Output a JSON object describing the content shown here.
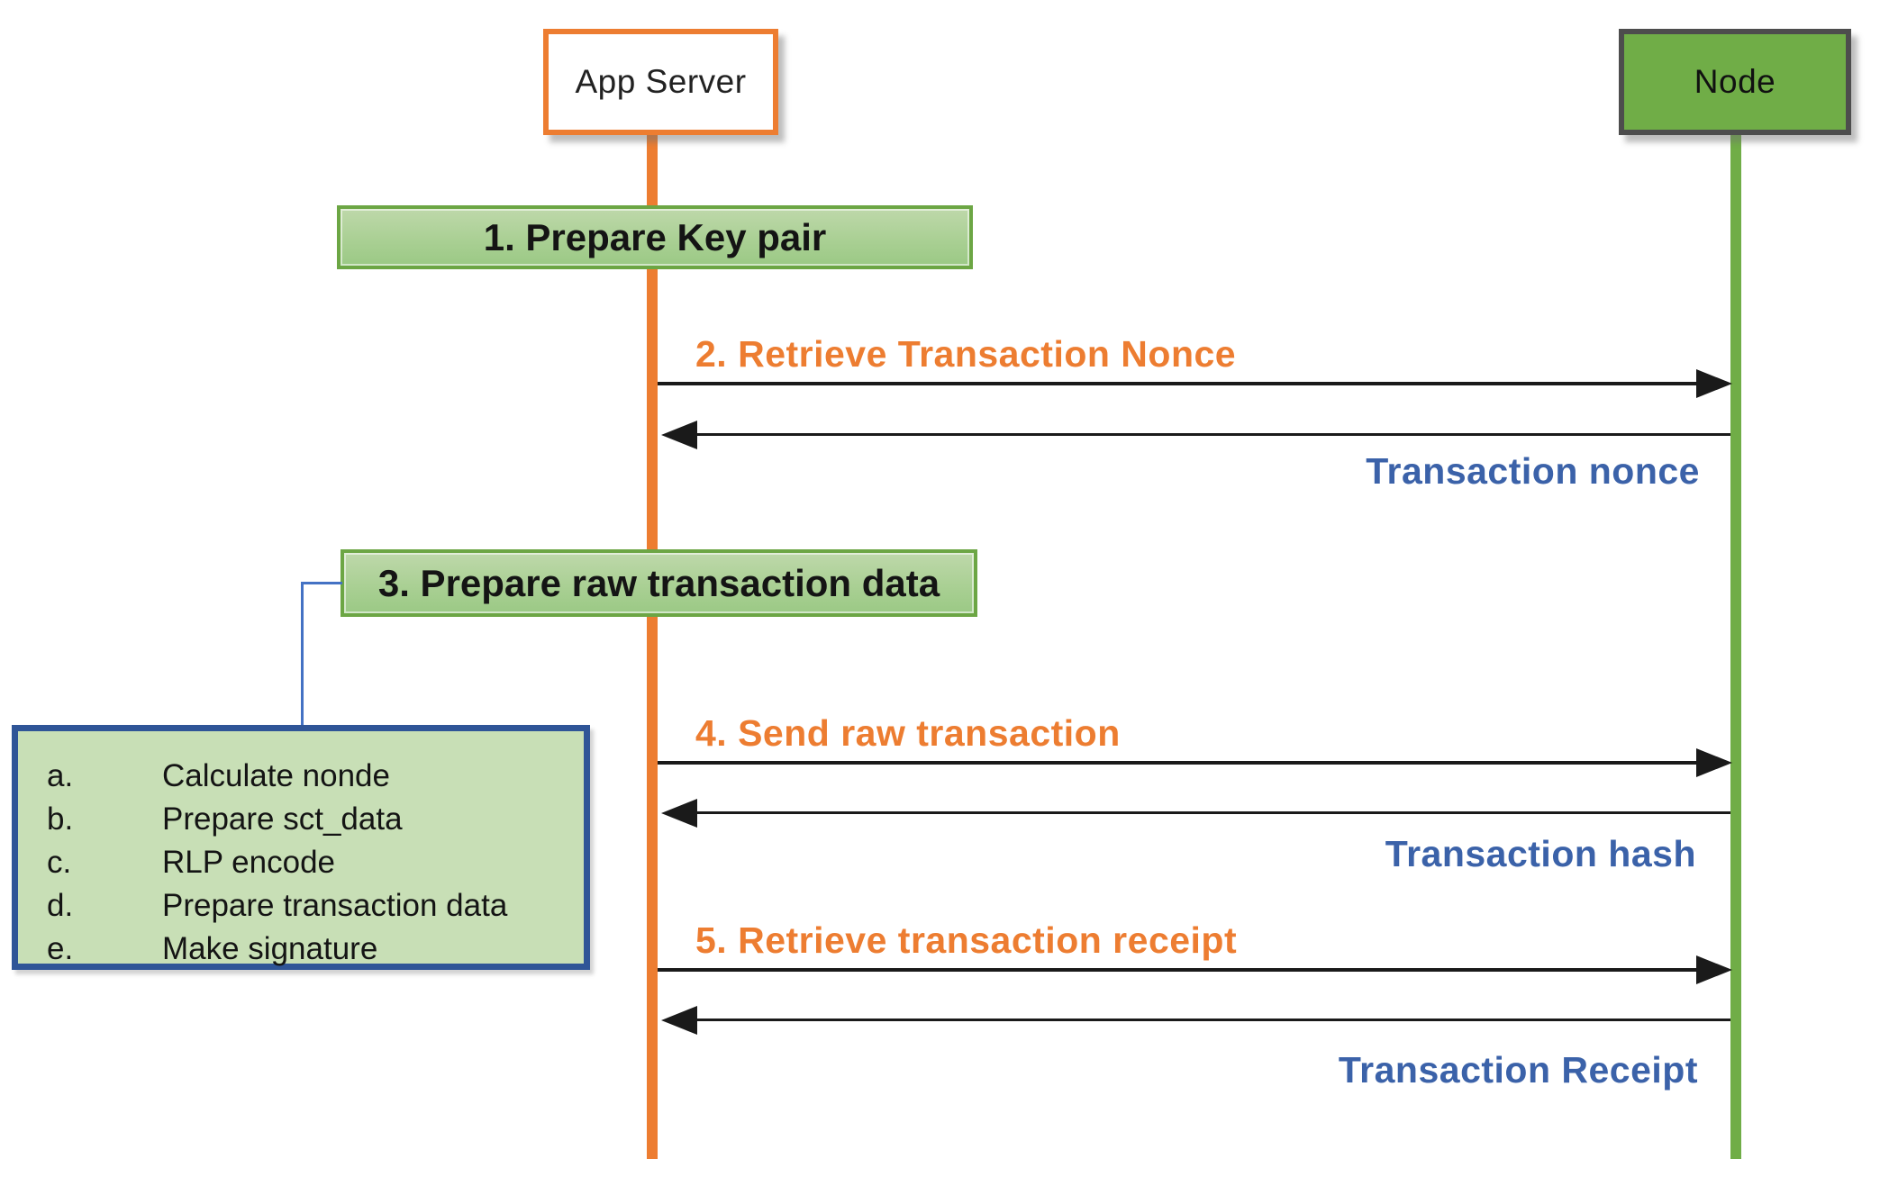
{
  "diagram": {
    "actors": {
      "app_server": "App Server",
      "node": "Node"
    },
    "steps": {
      "step1": "1. Prepare Key pair",
      "step3": "3. Prepare raw transaction data"
    },
    "messages": {
      "msg2": "2. Retrieve Transaction Nonce",
      "msg4": "4. Send raw transaction",
      "msg5": "5. Retrieve transaction receipt",
      "reply2": "Transaction nonce",
      "reply4": "Transaction hash",
      "reply5": "Transaction Receipt"
    },
    "substeps": {
      "items": [
        {
          "letter": "a.",
          "text": "Calculate nonde"
        },
        {
          "letter": "b.",
          "text": "Prepare sct_data"
        },
        {
          "letter": "c.",
          "text": "RLP encode"
        },
        {
          "letter": "d.",
          "text": "Prepare transaction data"
        },
        {
          "letter": "e.",
          "text": "Make signature"
        }
      ]
    },
    "colors": {
      "orange_accent": "#ED7D31",
      "green_accent": "#70AD47",
      "step_border_green": "#6CA644",
      "substep_fill": "#C8DFB6",
      "substep_border_blue": "#2F5597",
      "connector_blue": "#4472C4",
      "reply_text_blue": "#3B62A9",
      "arrow_black": "#1A1A1A"
    }
  }
}
